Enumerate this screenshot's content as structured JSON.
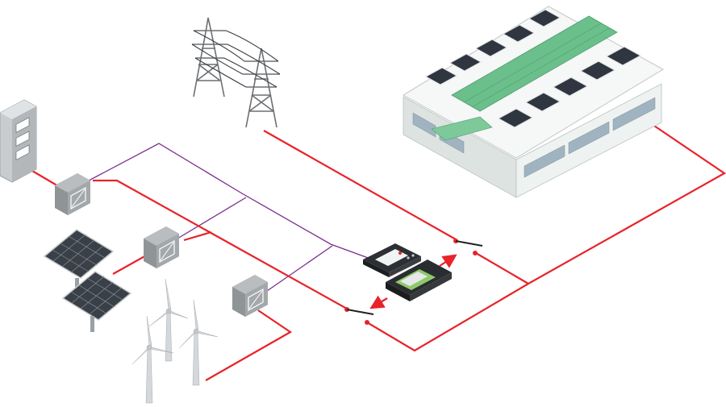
{
  "diagram": {
    "colors": {
      "power_line": "#e8232a",
      "control_line": "#7b2f8e",
      "cabinet": "#c9ccce",
      "inverter": "#8f9497",
      "roof_green": "#6bbf8a",
      "panel": "#3a4048",
      "pylon": "#6b6f73",
      "building_wall": "#eef2f0"
    },
    "components": [
      {
        "name": "utility-grid-pylons",
        "icon": "transmission-tower-icon"
      },
      {
        "name": "battery-storage-cabinet",
        "icon": "battery-cabinet-icon"
      },
      {
        "name": "storage-inverter",
        "icon": "inverter-icon"
      },
      {
        "name": "solar-array",
        "icon": "solar-panel-icon"
      },
      {
        "name": "solar-inverter",
        "icon": "inverter-icon"
      },
      {
        "name": "wind-turbines",
        "icon": "wind-turbine-icon"
      },
      {
        "name": "wind-inverter",
        "icon": "inverter-icon"
      },
      {
        "name": "microgrid-controller",
        "icon": "controller-icon"
      },
      {
        "name": "factory-load",
        "icon": "factory-icon"
      }
    ],
    "controller": {
      "display_text": "",
      "logo_text": ""
    }
  }
}
